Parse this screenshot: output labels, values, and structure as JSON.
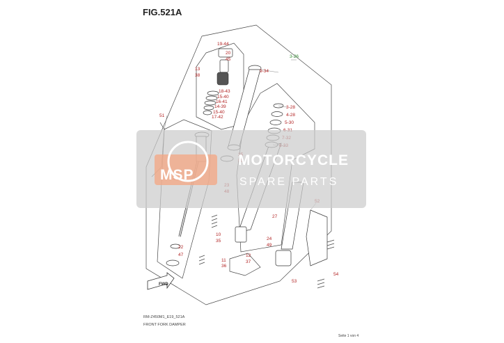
{
  "figure": {
    "title": "FIG.521A",
    "code": "RM-Z450M1_E19_521A",
    "name": "FRONT FORK DAMPER",
    "page": "Seite 1 von 4"
  },
  "watermark": {
    "badge": "MSP",
    "line1": "MOTORCYCLE",
    "line2": "SPARE PARTS",
    "color": "#cccccc",
    "accent": "#f4a582"
  },
  "fwd_label": "FWD",
  "callouts": {
    "c19_44": "19-44",
    "c20": "20",
    "c45": "45",
    "c13": "13",
    "c38": "38",
    "c18_43": "18-43",
    "c15_40a": "15-40",
    "c16_41": "16-41",
    "c14_39": "14-39",
    "c15_40b": "15-40",
    "c17_42": "17-42",
    "c51": "51",
    "c9_34": "9-34",
    "c3_26": "3-26",
    "c3_28": "3-28",
    "c4_28": "4-28",
    "c5_30": "5-30",
    "c6_31": "6-31",
    "c7_32": "7-32",
    "c8_33": "8-33",
    "c25": "25",
    "c50": "50",
    "c21": "21",
    "c46": "46",
    "c23": "23",
    "c48": "48",
    "c27": "27",
    "c52": "52",
    "c10": "10",
    "c35": "35",
    "c22": "22",
    "c47": "47",
    "c24": "24",
    "c49": "49",
    "c12": "12",
    "c37": "37",
    "c11": "11",
    "c36": "36",
    "c53": "53",
    "c54": "54"
  }
}
